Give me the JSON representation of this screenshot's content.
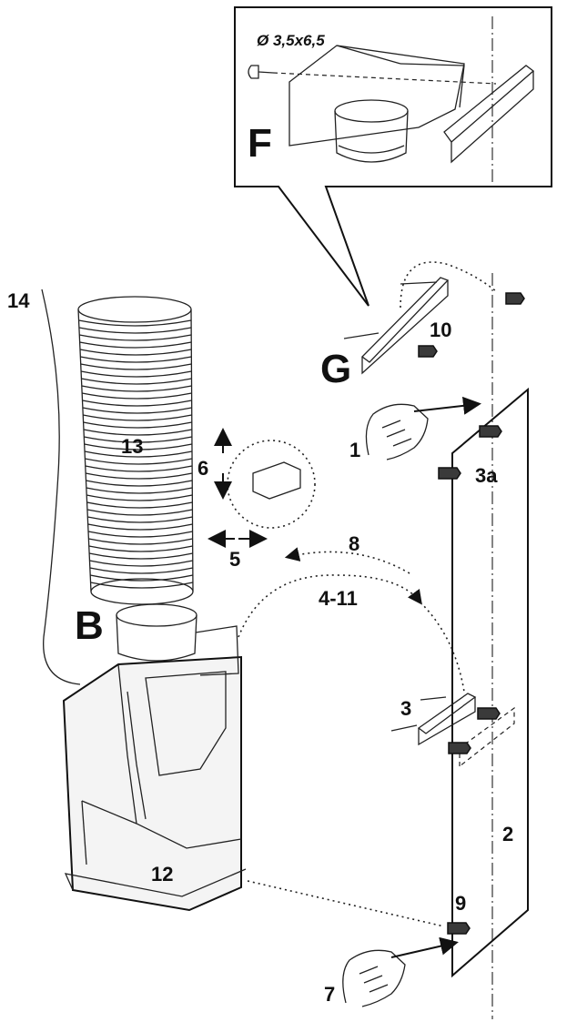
{
  "labels": {
    "F": "F",
    "G": "G",
    "B": "B",
    "screw_spec": "Ø 3,5x6,5",
    "n1": "1",
    "n2": "2",
    "n3": "3",
    "n3a": "3a",
    "n4_11": "4-11",
    "n5": "5",
    "n6": "6",
    "n7": "7",
    "n8": "8",
    "n9": "9",
    "n10": "10",
    "n12": "12",
    "n13": "13",
    "n14": "14"
  }
}
